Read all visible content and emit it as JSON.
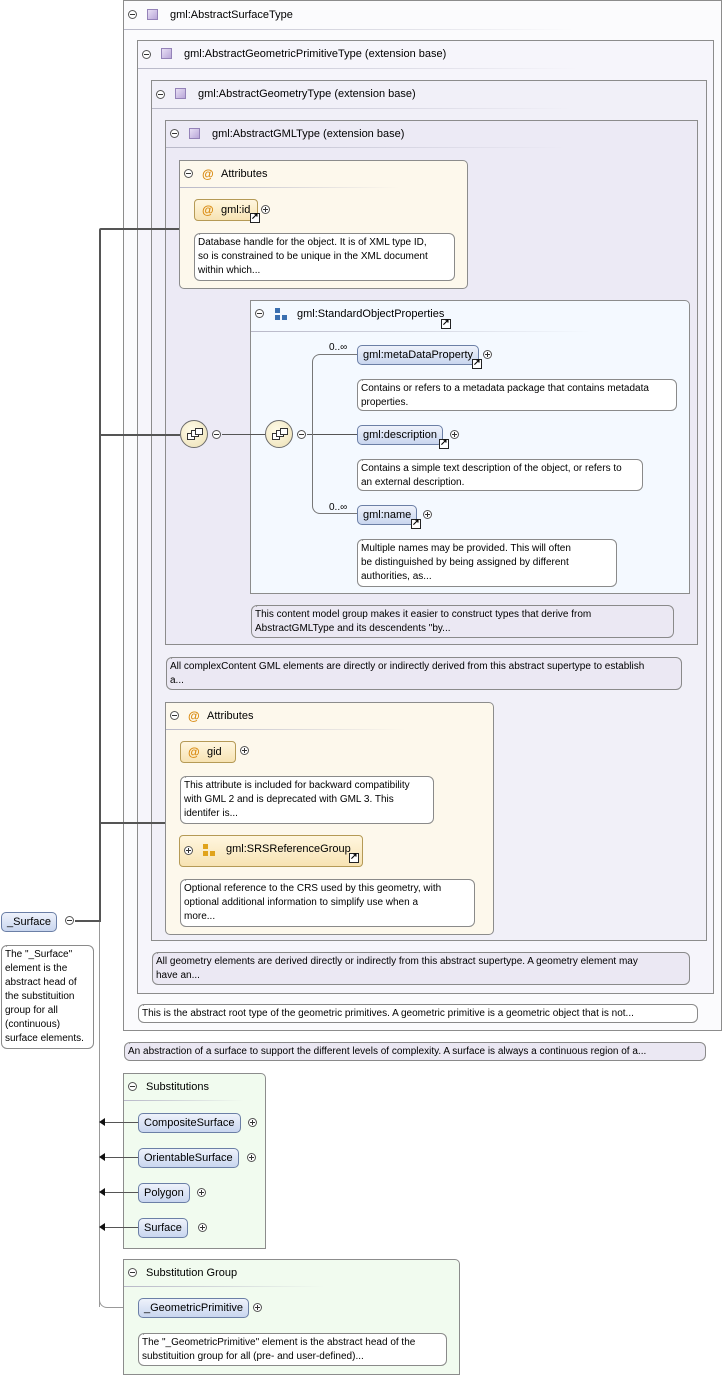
{
  "types": {
    "surface_type": "gml:AbstractSurfaceType",
    "geometric_primitive_type": "gml:AbstractGeometricPrimitiveType (extension base)",
    "geometry_type": "gml:AbstractGeometryType (extension base)",
    "gml_type": "gml:AbstractGMLType (extension base)"
  },
  "gml_attributes": {
    "title": "Attributes",
    "id_label": "gml:id",
    "id_note": "Database handle for the object. It is of XML type ID,\nso is constrained to be unique in the XML document\nwithin which..."
  },
  "standard_props": {
    "title": "gml:StandardObjectProperties",
    "elements": [
      {
        "label": "gml:metaDataProperty",
        "cardinality": "0..∞",
        "note": "Contains or refers to a metadata package that contains metadata\nproperties."
      },
      {
        "label": "gml:description",
        "cardinality": "",
        "note": "Contains a simple text description of the object, or refers to\nan external description."
      },
      {
        "label": "gml:name",
        "cardinality": "0..∞",
        "note": "Multiple names may be provided. This will often\nbe distinguished by being assigned by different\nauthorities, as..."
      }
    ],
    "group_note": "This content model group makes it easier to construct types that derive from\nAbstractGMLType and its descendents \"by..."
  },
  "gml_type_note": "All complexContent GML elements are directly or indirectly derived from this abstract supertype to establish\na...",
  "geometry_attributes": {
    "title": "Attributes",
    "gid_label": "gid",
    "gid_note": "This attribute is included for backward compatibility\nwith GML 2 and is deprecated with GML 3. This\nidentifer is...",
    "srs_label": "gml:SRSReferenceGroup",
    "srs_note": "Optional reference to the CRS used by this geometry, with\noptional additional information to simplify use when a\nmore..."
  },
  "geometry_note": "All geometry elements are derived directly or indirectly from this abstract supertype. A geometry element may\nhave an...",
  "primitive_note": "This is the abstract root type of the geometric primitives. A geometric primitive is a geometric object that is not...",
  "surface_type_note": "An abstraction of a surface to support the different levels of complexity. A surface is always a continuous region of a...",
  "root": {
    "label": "_Surface",
    "note": "The \"_Surface\"\nelement is the\nabstract head of\nthe substituition\ngroup for all\n(continuous)\nsurface elements."
  },
  "substitutions": {
    "title": "Substitutions",
    "items": [
      "CompositeSurface",
      "OrientableSurface",
      "Polygon",
      "Surface"
    ]
  },
  "substitution_group": {
    "title": "Substitution Group",
    "item": "_GeometricPrimitive",
    "note": "The \"_GeometricPrimitive\" element is the abstract head of the\nsubstituition group for all (pre- and user-defined)..."
  }
}
